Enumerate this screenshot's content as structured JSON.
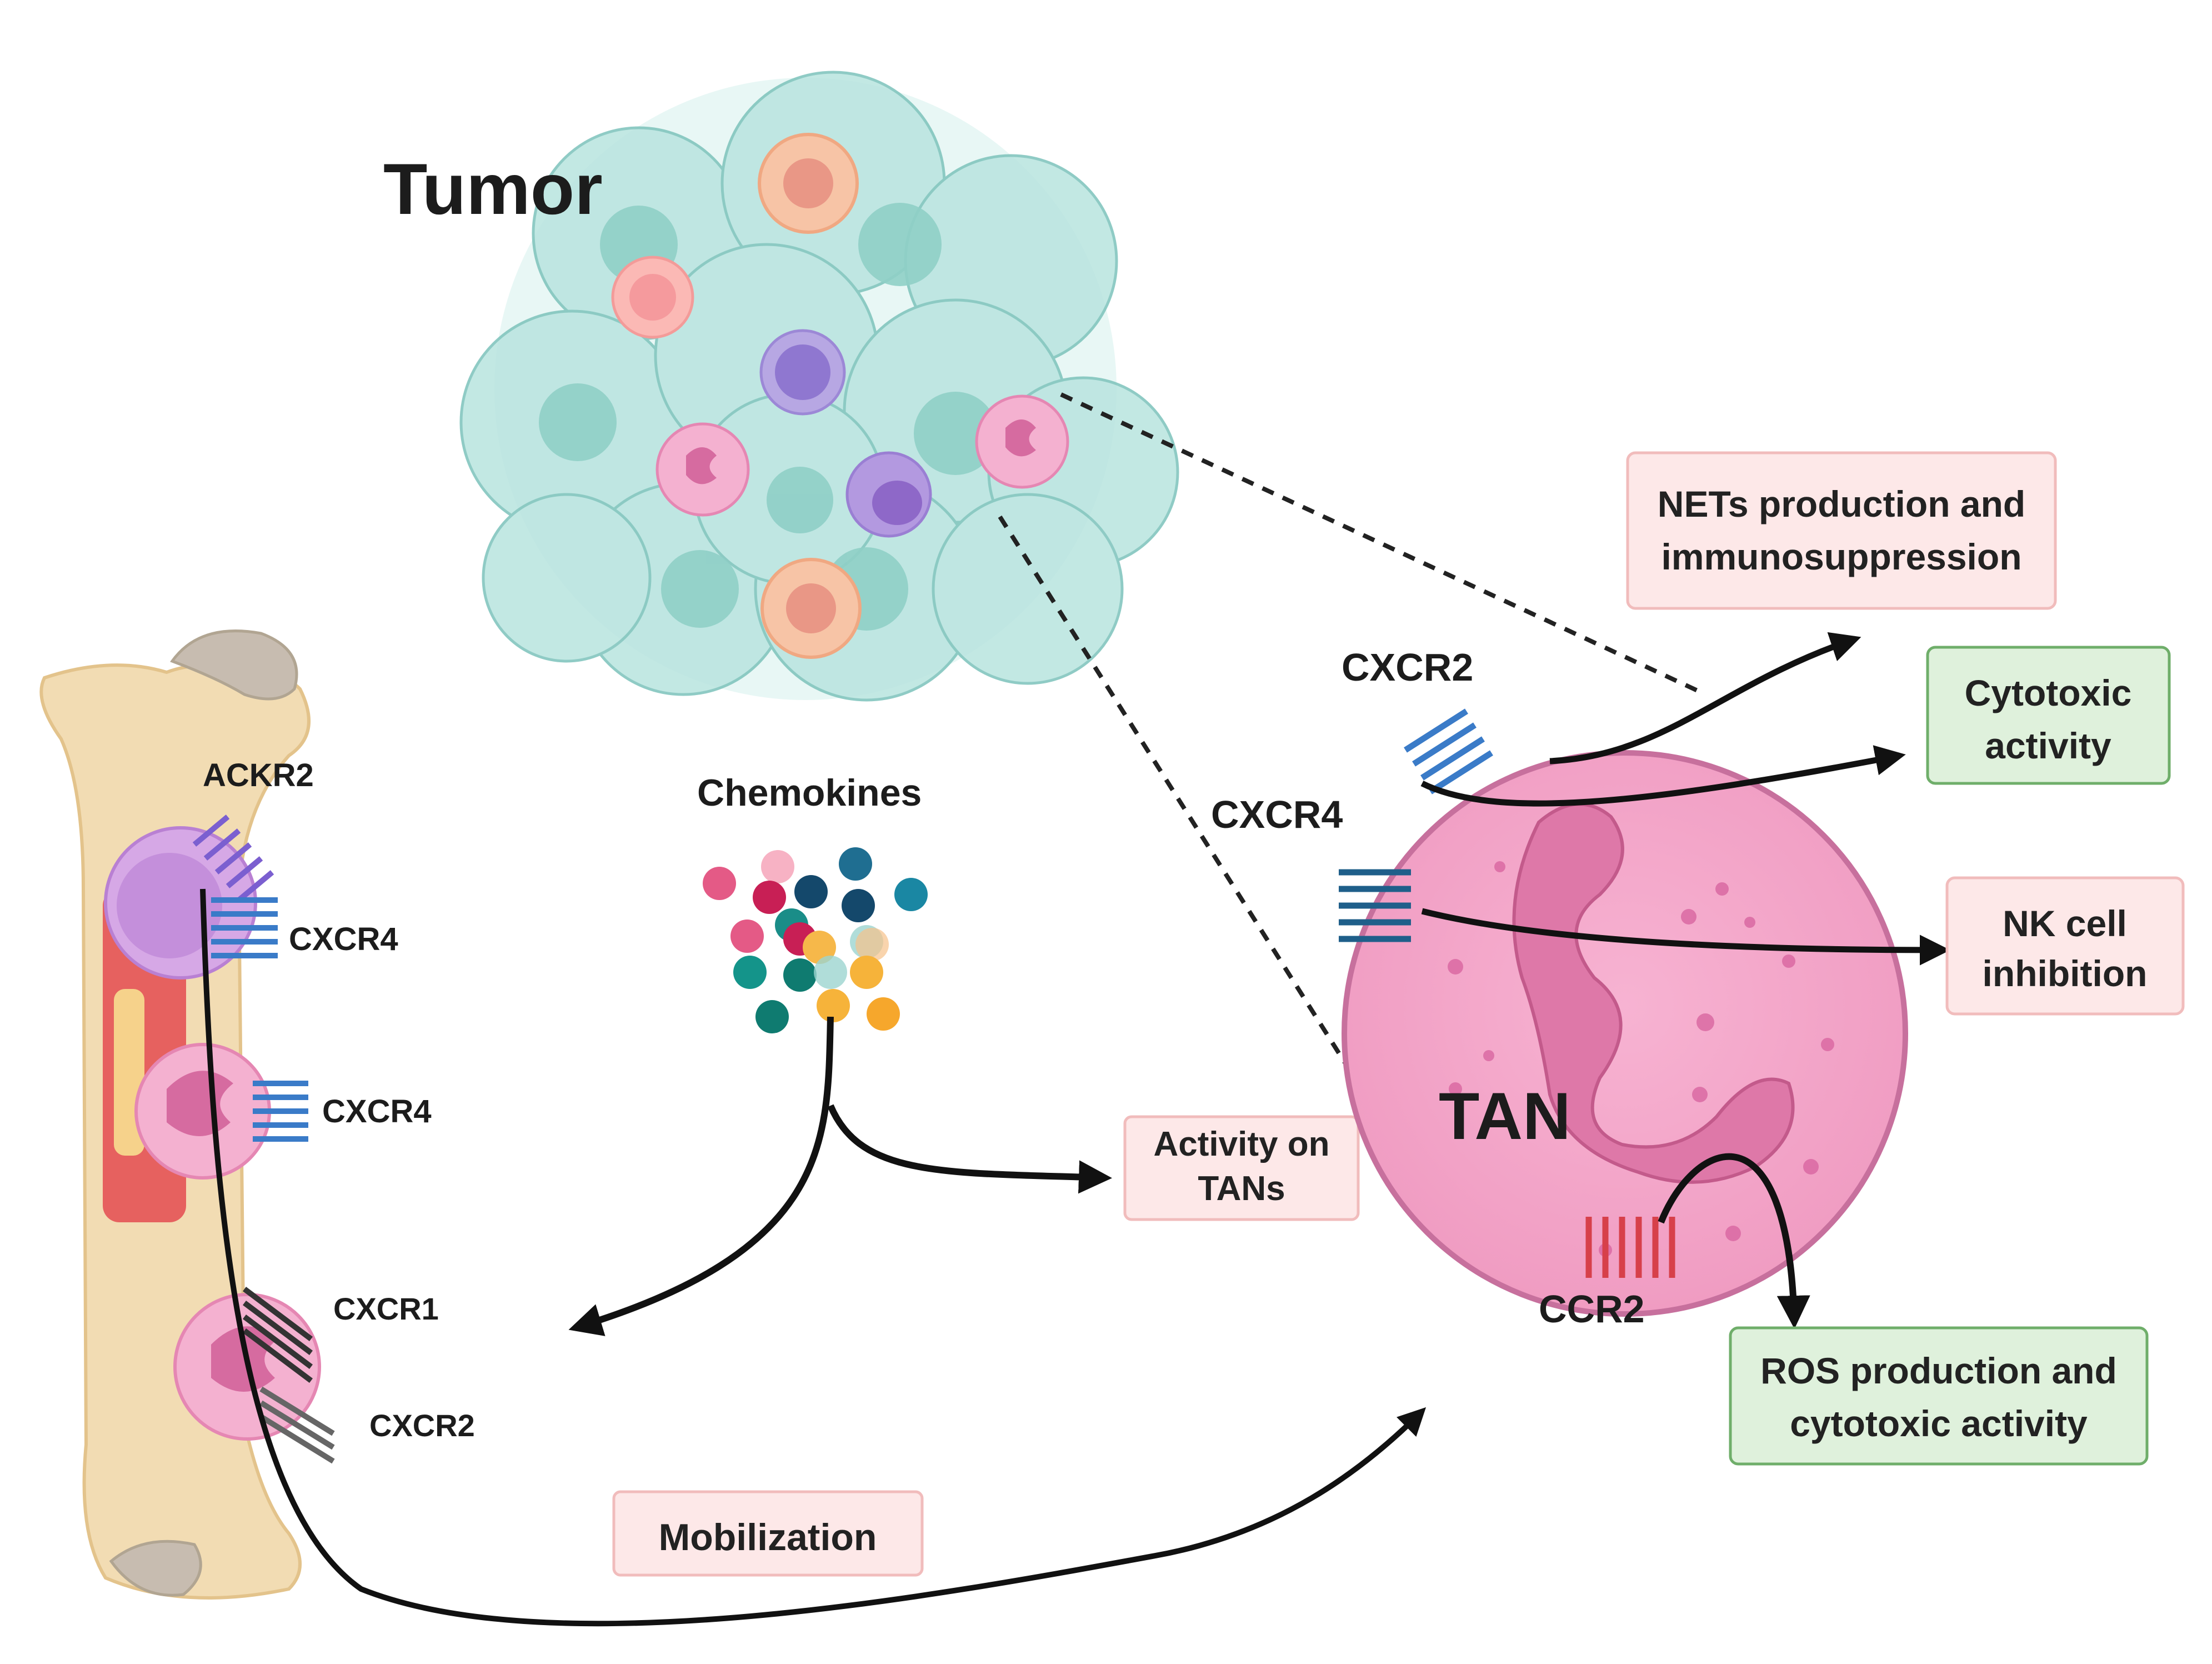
{
  "title": "Tumor",
  "labels": {
    "chemokines": "Chemokines",
    "tan": "TAN",
    "receptors": {
      "ackr2": "ACKR2",
      "cxcr4_top": "CXCR4",
      "cxcr4_mid": "CXCR4",
      "cxcr1": "CXCR1",
      "cxcr2_bone": "CXCR2",
      "cxcr2_tan": "CXCR2",
      "cxcr4_tan": "CXCR4",
      "ccr2_tan": "CCR2"
    }
  },
  "boxes": {
    "nets": [
      "NETs production and",
      "immunosuppression"
    ],
    "cytotoxic": [
      "Cytotoxic",
      "activity"
    ],
    "nk": [
      "NK cell",
      "inhibition"
    ],
    "ros": [
      "ROS production and",
      "cytotoxic activity"
    ],
    "activity": [
      "Activity on",
      "TANs"
    ],
    "mobilization": "Mobilization"
  },
  "colors": {
    "pink_box": "#fde8e8",
    "green_box": "#dff1dc",
    "green_border": "#6fae6a",
    "tan_cell": "#f2a3c6",
    "tan_nucleus": "#de78a8",
    "bone": "#f2dcb3",
    "tumor": "#a9ddd8",
    "cxcr2_receptor": "#3a7bc8",
    "cxcr4_receptor": "#1f5f8a",
    "ccr2_receptor": "#d7404a",
    "ackr2_receptor": "#7b5fd0",
    "cxcr1_receptor": "#333333"
  }
}
